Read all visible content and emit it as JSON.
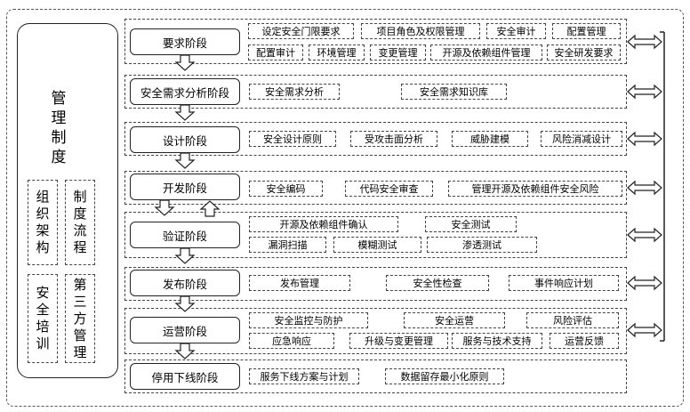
{
  "left_panel": {
    "title": "管理制度",
    "boxes": [
      "组织架构",
      "制度流程",
      "安全培训",
      "第三方管理"
    ]
  },
  "stages": [
    {
      "name": "要求阶段",
      "items": [
        "设定安全门限要求",
        "项目角色及权限管理",
        "安全审计",
        "配置管理",
        "配置审计",
        "环境管理",
        "变更管理",
        "开源及依赖组件管理",
        "安全研发要求"
      ]
    },
    {
      "name": "安全需求分析阶段",
      "items": [
        "安全需求分析",
        "安全需求知识库"
      ]
    },
    {
      "name": "设计阶段",
      "items": [
        "安全设计原则",
        "受攻击面分析",
        "威胁建模",
        "风险消减设计"
      ]
    },
    {
      "name": "开发阶段",
      "items": [
        "安全编码",
        "代码安全审查",
        "管理开源及依赖组件安全风险"
      ]
    },
    {
      "name": "验证阶段",
      "items": [
        "开源及依赖组件确认",
        "安全测试",
        "漏洞扫描",
        "模糊测试",
        "渗透测试"
      ]
    },
    {
      "name": "发布阶段",
      "items": [
        "发布管理",
        "安全性检查",
        "事件响应计划"
      ]
    },
    {
      "name": "运营阶段",
      "items": [
        "安全监控与防护",
        "安全运营",
        "风险评估",
        "应急响应",
        "升级与变更管理",
        "服务与技术支持",
        "运营反馈"
      ]
    },
    {
      "name": "停用下线阶段",
      "items": [
        "服务下线方案与计划",
        "数据留存最小化原则"
      ]
    }
  ]
}
